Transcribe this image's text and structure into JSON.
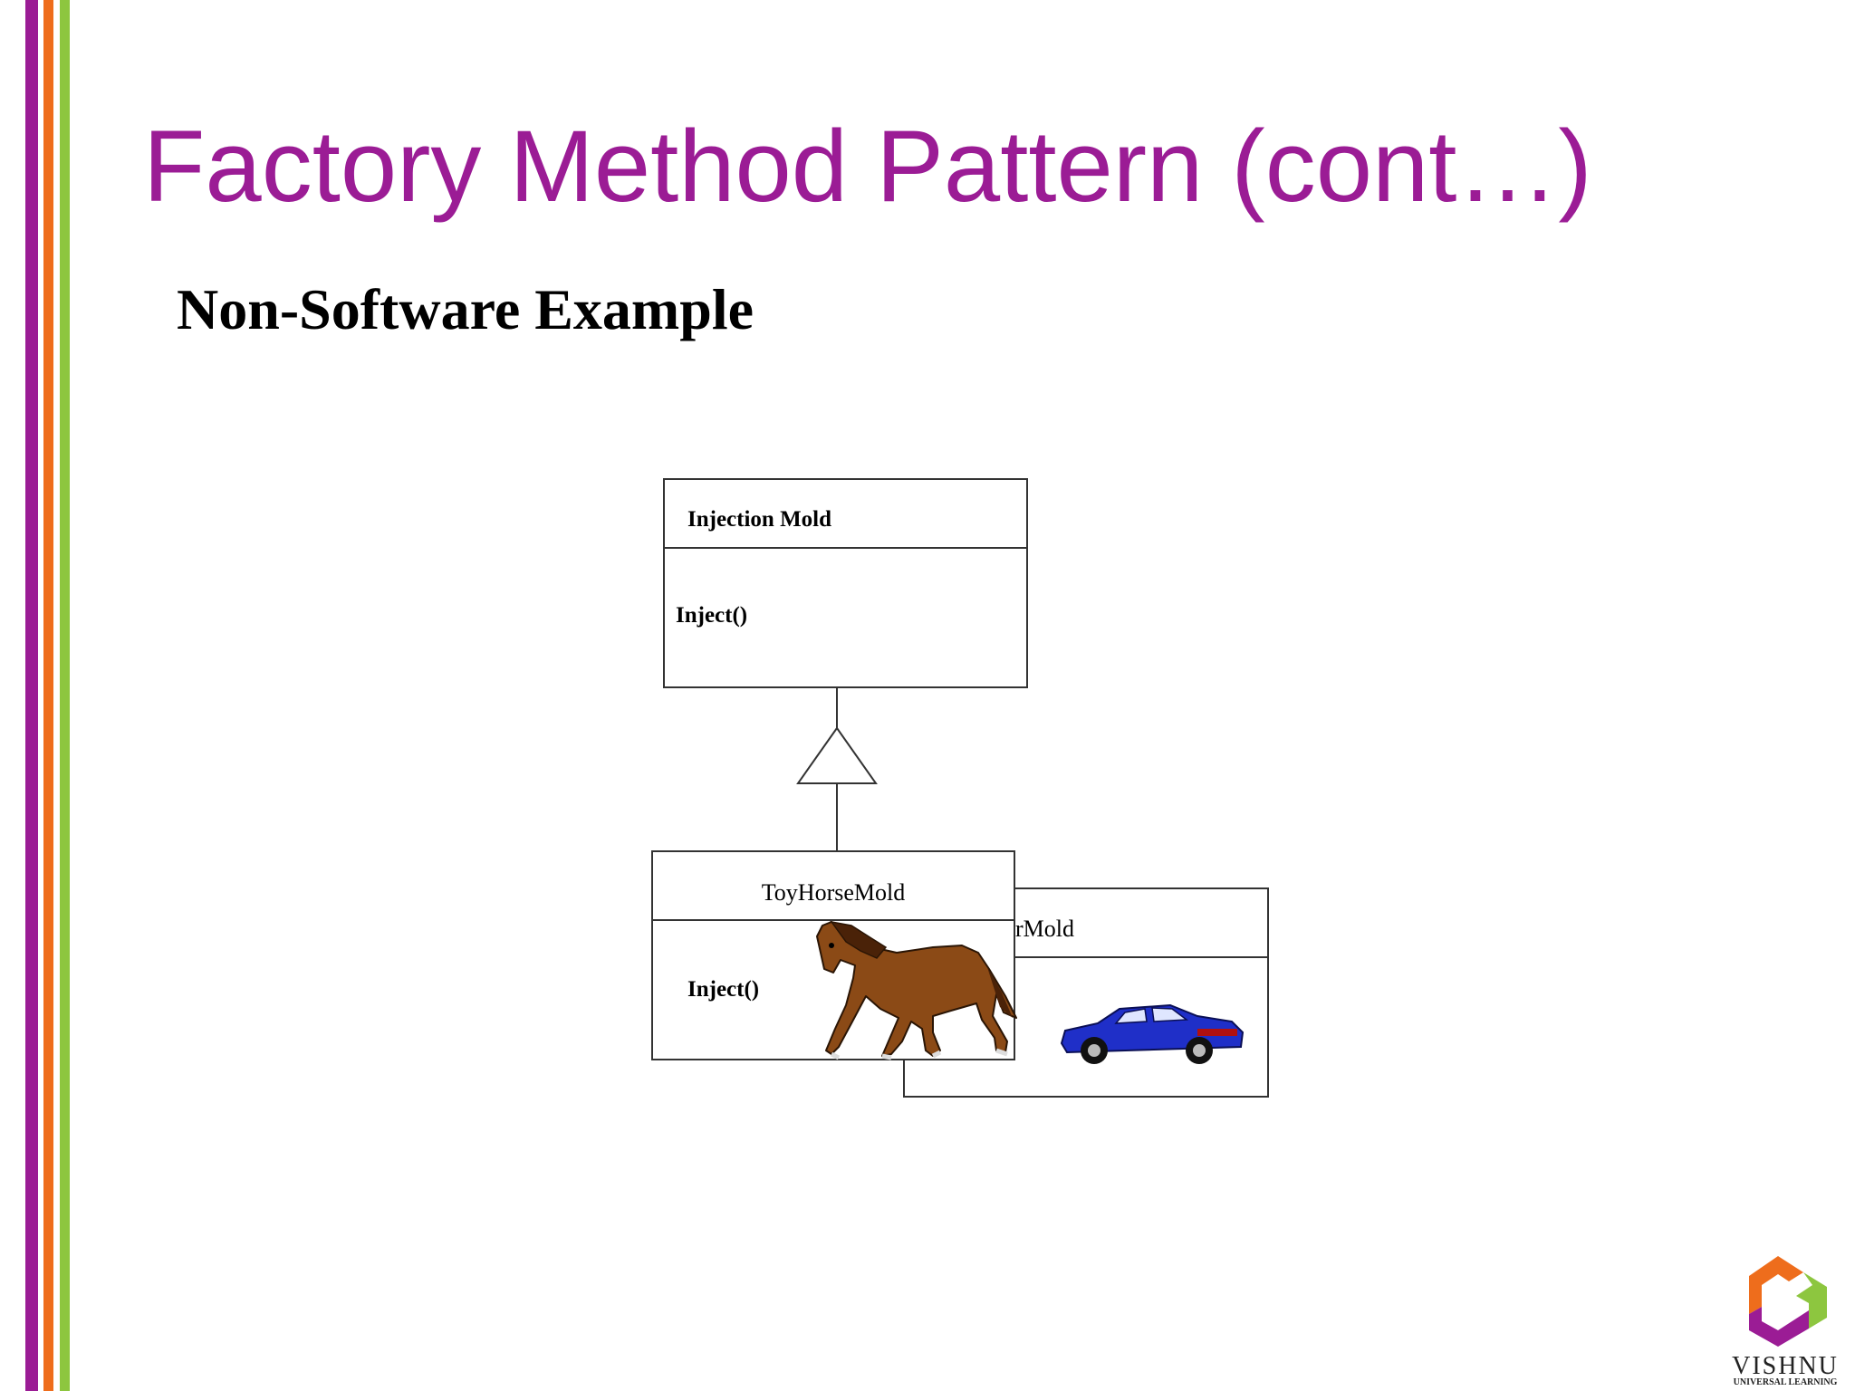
{
  "slide": {
    "title": "Factory Method Pattern (cont…)",
    "subtitle": "Non-Software Example",
    "title_color": "#9b1c95",
    "stripes": [
      "#9b1c95",
      "#ee6d1c",
      "#8dc63f"
    ]
  },
  "diagram": {
    "parent_class": {
      "name": "Injection Mold",
      "method": "Inject()"
    },
    "child_front": {
      "name": "ToyHorseMold",
      "method": "Inject()",
      "image": "horse-icon"
    },
    "child_back": {
      "name": "ToyCarMold",
      "image": "car-icon"
    },
    "relationship": "inheritance"
  },
  "logo": {
    "name": "VISHNU",
    "tagline": "UNIVERSAL LEARNING",
    "colors": [
      "#ee6d1c",
      "#8dc63f",
      "#9b1c95"
    ]
  }
}
